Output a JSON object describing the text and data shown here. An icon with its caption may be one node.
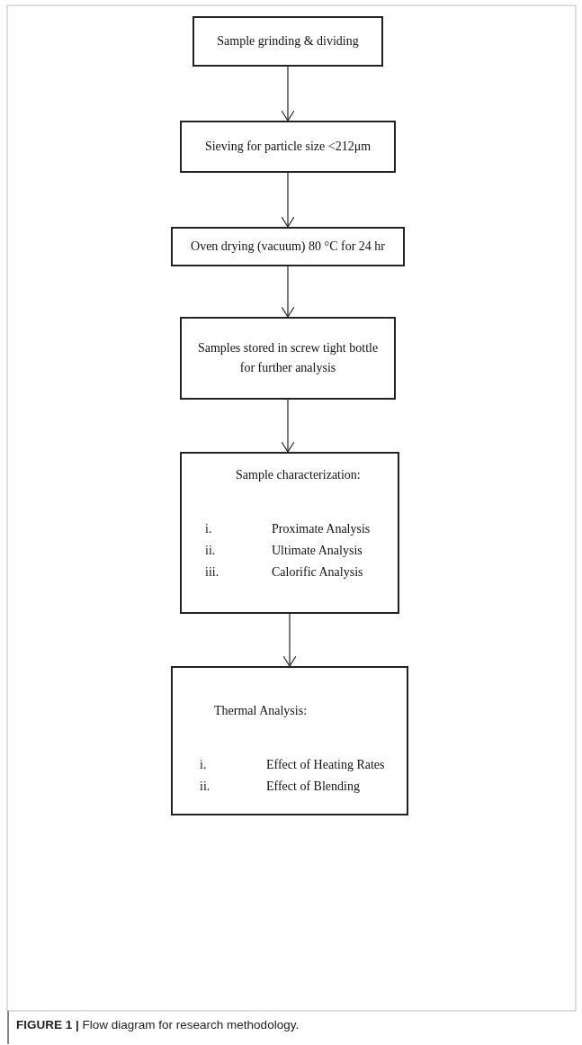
{
  "diagram": {
    "caption": "**FIGURE 1 |** Flow diagram for research methodology.",
    "nodes": [
      {
        "text": [
          "Sample grinding & dividing"
        ]
      },
      {
        "text": [
          "Sieving for particle size <212μm"
        ]
      },
      {
        "text": [
          "Oven drying (vacuum) 80 °C for 24 hr"
        ]
      },
      {
        "text": [
          "Samples stored in screw tight bottle for further analysis"
        ]
      },
      {
        "text": [
          "Sample characterization:",
          "i.",
          "Proximate Analysis",
          "ii.",
          "Ultimate Analysis",
          "iii.",
          "Calorific Analysis"
        ]
      },
      {
        "text": [
          "Thermal Analysis:",
          "i.",
          "Effect of Heating Rates",
          "ii.",
          "Effect of Blending"
        ]
      }
    ],
    "edges": [
      {
        "from": 0,
        "to": 1,
        "arrow": "to"
      },
      {
        "from": 1,
        "to": 2,
        "arrow": "to"
      },
      {
        "from": 2,
        "to": 3,
        "arrow": "to"
      },
      {
        "from": 3,
        "to": 4,
        "arrow": "to"
      },
      {
        "from": 4,
        "to": 5,
        "arrow": "to"
      }
    ]
  }
}
